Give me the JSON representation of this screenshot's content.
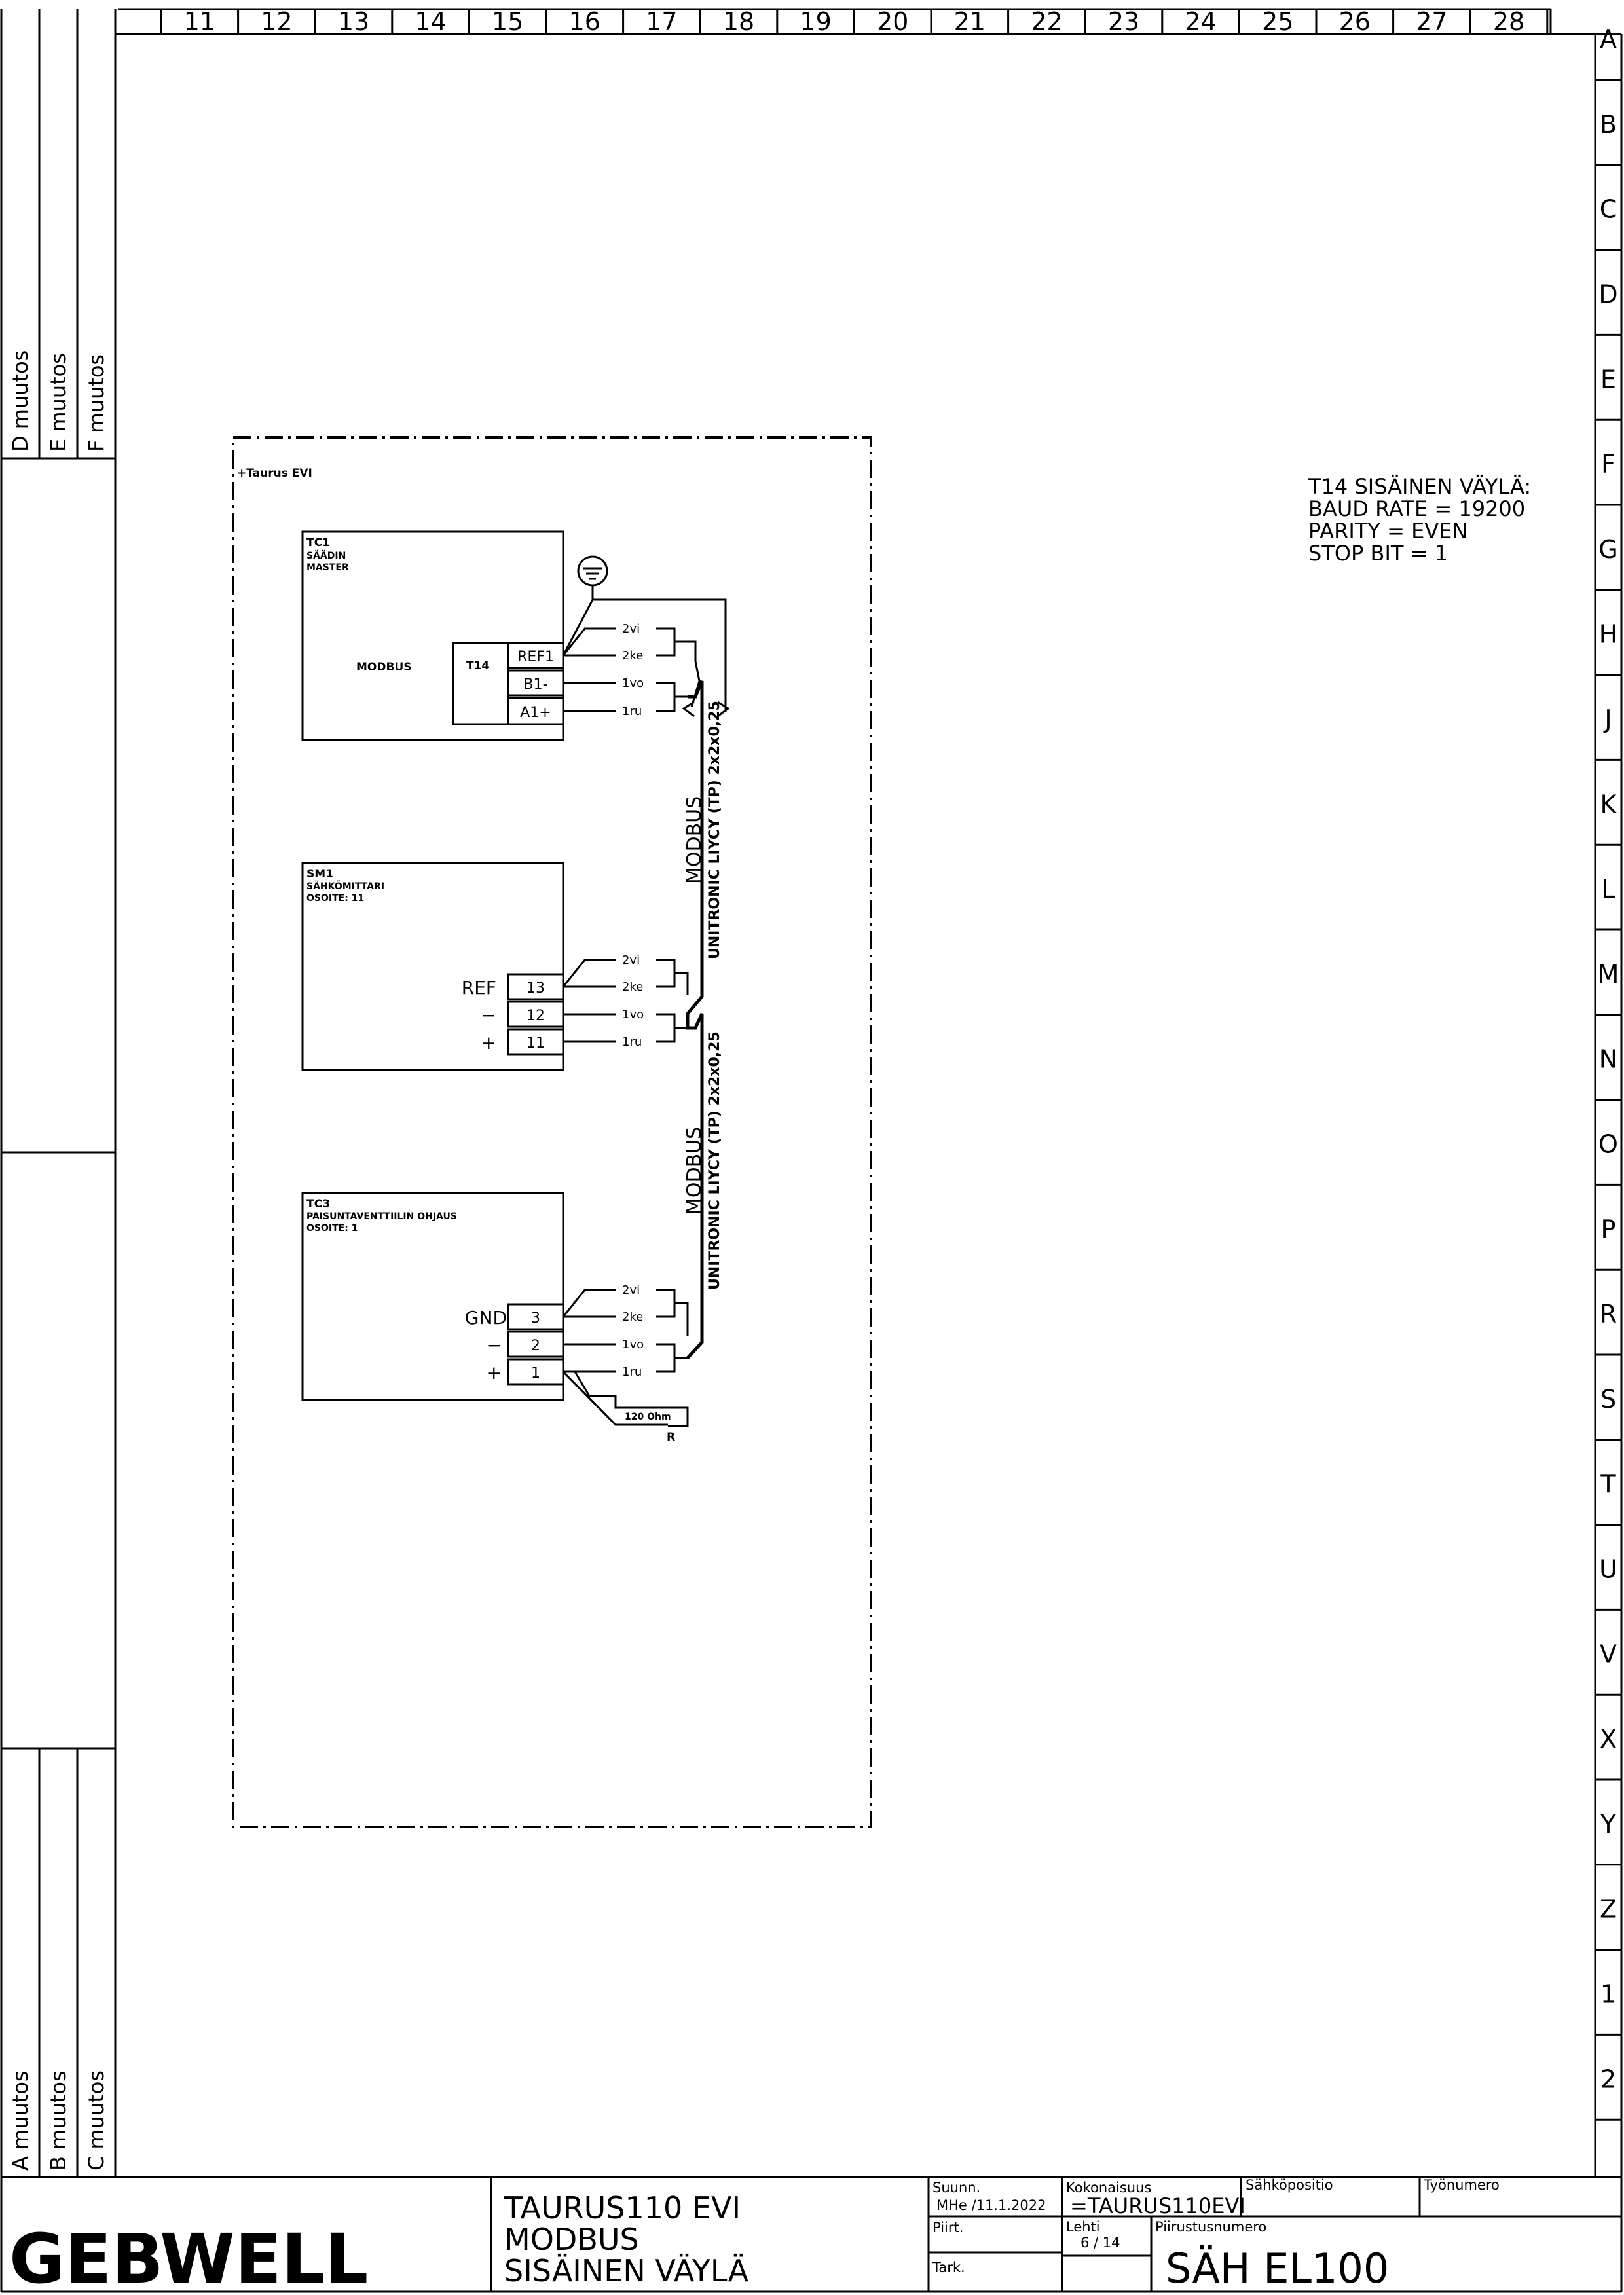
{
  "grid": {
    "columns": [
      "11",
      "12",
      "13",
      "14",
      "15",
      "16",
      "17",
      "18",
      "19",
      "20",
      "21",
      "22",
      "23",
      "24",
      "25",
      "26",
      "27",
      "28"
    ],
    "rows": [
      "A",
      "B",
      "C",
      "D",
      "E",
      "F",
      "G",
      "H",
      "J",
      "K",
      "L",
      "M",
      "N",
      "O",
      "P",
      "R",
      "S",
      "T",
      "U",
      "V",
      "X",
      "Y",
      "Z",
      "1",
      "2"
    ]
  },
  "revisions": {
    "upper": [
      "D muutos",
      "E muutos",
      "F muutos"
    ],
    "lower": [
      "A muutos",
      "B muutos",
      "C muutos"
    ]
  },
  "enclosure": {
    "label": "+Taurus EVI"
  },
  "devices": {
    "tc1": {
      "tag": "TC1",
      "line1": "SÄÄDIN",
      "line2": "MASTER",
      "protocol": "MODBUS",
      "connector": "T14",
      "terminals": [
        "REF1",
        "B1-",
        "A1+"
      ]
    },
    "sm1": {
      "tag": "SM1",
      "line1": "SÄHKÖMITTARI",
      "line2": "OSOITE: 11",
      "pins": [
        "REF",
        "−",
        "+"
      ],
      "terminals": [
        "13",
        "12",
        "11"
      ]
    },
    "tc3": {
      "tag": "TC3",
      "line1": "PAISUNTAVENTTIILIN OHJAUS",
      "line2": "OSOITE: 1",
      "pins": [
        "GND",
        "−",
        "+"
      ],
      "terminals": [
        "3",
        "2",
        "1"
      ]
    }
  },
  "wires": [
    "2vi",
    "2ke",
    "1vo",
    "1ru"
  ],
  "cables": {
    "upper": {
      "name": "MODBUS",
      "spec": "UNITRONIC LIYCY (TP) 2x2x0,25"
    },
    "lower": {
      "name": "MODBUS",
      "spec": "UNITRONIC LIYCY (TP) 2x2x0,25"
    }
  },
  "resistor": {
    "value": "120 Ohm",
    "tag": "R"
  },
  "note": {
    "lines": [
      "T14 SISÄINEN VÄYLÄ:",
      "BAUD RATE = 19200",
      "PARITY = EVEN",
      "STOP BIT = 1"
    ]
  },
  "title_block": {
    "logo": "GEBWELL",
    "title_lines": [
      "TAURUS110 EVI",
      "MODBUS",
      "SISÄINEN VÄYLÄ"
    ],
    "designer_label": "Suunn.",
    "designer_value": "MHe /11.1.2022",
    "drawn_label": "Piirt.",
    "checked_label": "Tark.",
    "assembly_label": "Kokonaisuus",
    "assembly_value": "=TAURUS110EVI",
    "position_label": "Sähköpositio",
    "job_label": "Työnumero",
    "sheet_label": "Lehti",
    "sheet_value": "6 / 14",
    "drawing_no_label": "Piirustusnumero",
    "drawing_no_value": "SÄH EL100"
  }
}
